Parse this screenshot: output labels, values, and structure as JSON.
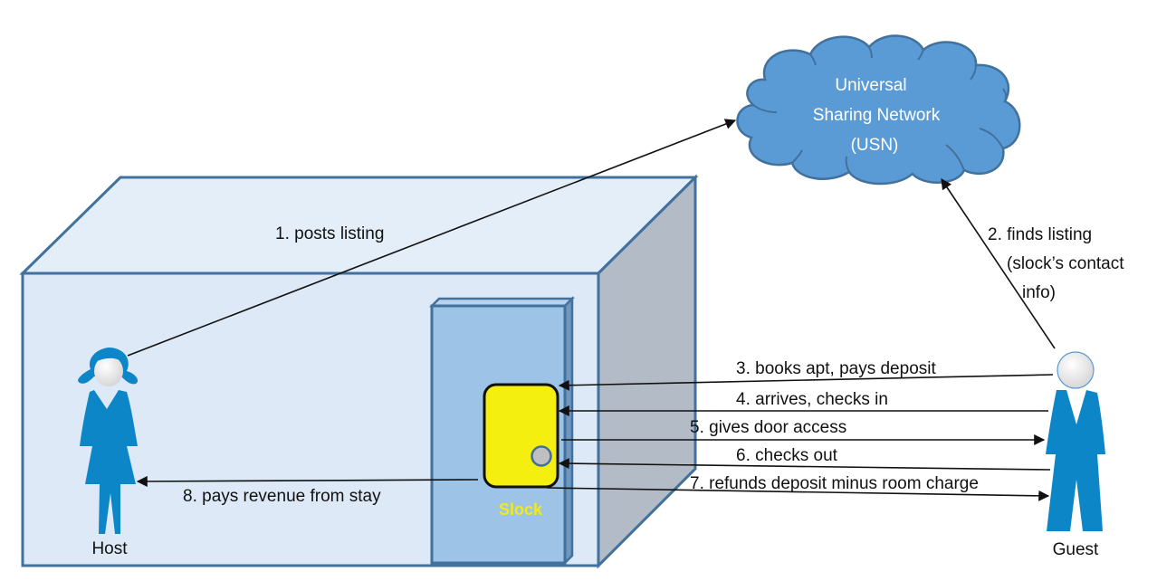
{
  "diagram": {
    "cloud": {
      "lines": [
        "Universal",
        "Sharing Network",
        "(USN)"
      ]
    },
    "actors": {
      "host": "Host",
      "guest": "Guest"
    },
    "device": {
      "label": "Slock"
    },
    "steps": [
      {
        "id": 1,
        "lines": [
          "1. posts listing"
        ],
        "from": "host",
        "to": "usn"
      },
      {
        "id": 2,
        "lines": [
          "2. finds listing",
          "(slock’s contact",
          "info)"
        ],
        "from": "guest",
        "to": "usn"
      },
      {
        "id": 3,
        "lines": [
          "3. books apt, pays deposit"
        ],
        "from": "guest",
        "to": "slock"
      },
      {
        "id": 4,
        "lines": [
          "4. arrives, checks in"
        ],
        "from": "guest",
        "to": "slock"
      },
      {
        "id": 5,
        "lines": [
          "5. gives door access"
        ],
        "from": "slock",
        "to": "guest"
      },
      {
        "id": 6,
        "lines": [
          "6. checks out"
        ],
        "from": "guest",
        "to": "slock"
      },
      {
        "id": 7,
        "lines": [
          "7. refunds deposit minus room charge"
        ],
        "from": "slock",
        "to": "guest"
      },
      {
        "id": 8,
        "lines": [
          "8. pays revenue from stay"
        ],
        "from": "slock",
        "to": "host"
      }
    ],
    "colors": {
      "cloud_fill": "#5b9bd5",
      "cloud_stroke": "#41719c",
      "person_fill": "#0d86c8",
      "room_front": "#dde9f6",
      "room_top": "#e4eef9",
      "room_side": "#b3bcc6",
      "door_fill": "#9dc3e6",
      "slock_fill": "#f5ef10",
      "knob_fill": "#bfbfbf"
    }
  }
}
